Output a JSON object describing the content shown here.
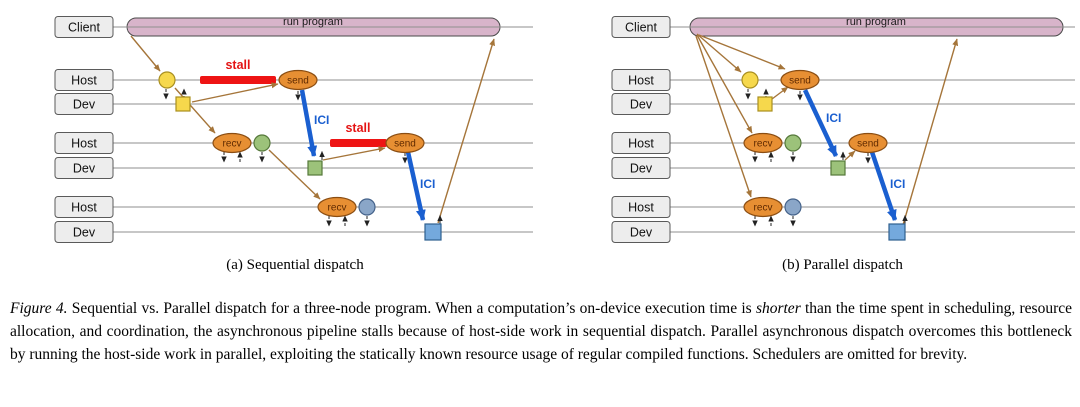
{
  "labels": {
    "client": "Client",
    "host": "Host",
    "dev": "Dev",
    "run_program": "run program",
    "send": "send",
    "recv": "recv",
    "stall": "stall",
    "ici": "ICI"
  },
  "panels": {
    "a": {
      "caption": "(a) Sequential dispatch"
    },
    "b": {
      "caption": "(b) Parallel dispatch"
    }
  },
  "caption": {
    "tag": "Figure 4.",
    "before_italic": " Sequential vs. Parallel dispatch for a three-node program. When a computation’s on-device execution time is ",
    "italic": "shorter",
    "after_italic": " than the time spent in scheduling, resource allocation, and coordination, the asynchronous pipeline stalls because of host-side work in sequential dispatch. Parallel asynchronous dispatch overcomes this bottleneck by running the host-side work in parallel, exploiting the statically known resource usage of regular compiled functions. Schedulers are omitted for brevity."
  },
  "colors": {
    "run_bar_pink": "#d8b4ca",
    "host_op_orange": "#e78f33",
    "node1_yellow": "#f6d84c",
    "node2_green": "#9cc27a",
    "node3_blue": "#74a9dd",
    "stall_red": "#ee1414",
    "ici_blue": "#1a5fd0",
    "dispatch_brown": "#a5753a"
  }
}
